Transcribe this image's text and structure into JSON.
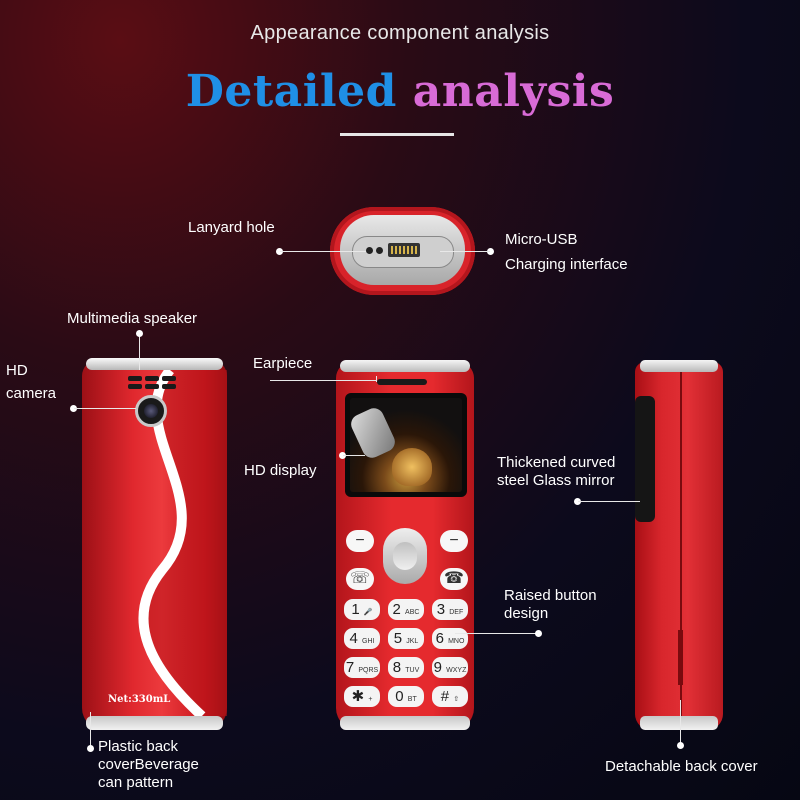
{
  "header": {
    "subtitle": "Appearance component analysis",
    "title_part1": "Detailed",
    "title_part2": "analysis"
  },
  "labels": {
    "lanyard_hole": "Lanyard hole",
    "micro_usb_line1": "Micro-USB",
    "micro_usb_line2": "Charging interface",
    "multimedia_speaker": "Multimedia speaker",
    "hd_camera_line1": "HD",
    "hd_camera_line2": "camera",
    "earpiece": "Earpiece",
    "hd_display": "HD display",
    "thickened_line1": "Thickened curved",
    "thickened_line2": "steel Glass mirror",
    "raised_line1": "Raised button",
    "raised_line2": "design",
    "plastic_line1": "Plastic back",
    "plastic_line2": "coverBeverage",
    "plastic_line3": "can pattern",
    "detachable": "Detachable back cover"
  },
  "can_text": "Net:330mL",
  "keypad": [
    {
      "main": "1",
      "sub": "🎤"
    },
    {
      "main": "2",
      "sub": "ABC"
    },
    {
      "main": "3",
      "sub": "DEF"
    },
    {
      "main": "4",
      "sub": "GHI"
    },
    {
      "main": "5",
      "sub": "JKL"
    },
    {
      "main": "6",
      "sub": "MNO"
    },
    {
      "main": "7",
      "sub": "PQRS"
    },
    {
      "main": "8",
      "sub": "TUV"
    },
    {
      "main": "9",
      "sub": "WXYZ"
    },
    {
      "main": "✱",
      "sub": "+"
    },
    {
      "main": "0",
      "sub": "BT"
    },
    {
      "main": "#",
      "sub": "⇧"
    }
  ],
  "colors": {
    "title_blue": "#1f8fe6",
    "title_pink": "#d86bd6",
    "can_red": "#e0282e"
  }
}
